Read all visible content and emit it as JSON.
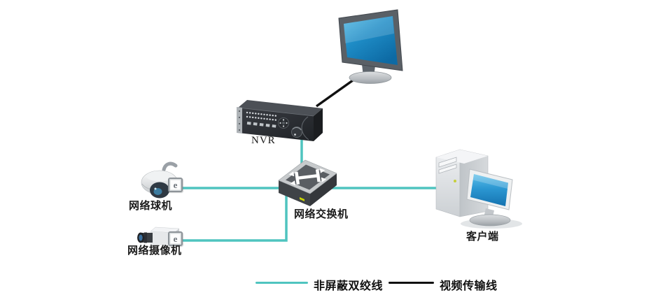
{
  "diagram": {
    "nodes": {
      "nvr": {
        "label": "NVR"
      },
      "switch": {
        "label": "网络交换机"
      },
      "dome_camera": {
        "label": "网络球机",
        "badge": "e"
      },
      "box_camera": {
        "label": "网络摄像机",
        "badge": "e"
      },
      "client": {
        "label": "客户端"
      }
    },
    "legend": {
      "utp": {
        "label": "非屏蔽双绞线",
        "color": "#4fc4bf"
      },
      "video": {
        "label": "视频传输线",
        "color": "#111111"
      }
    },
    "colors": {
      "utp_line": "#4fc4bf",
      "video_line": "#111111",
      "screen_blue": "#1f8fd0"
    }
  }
}
